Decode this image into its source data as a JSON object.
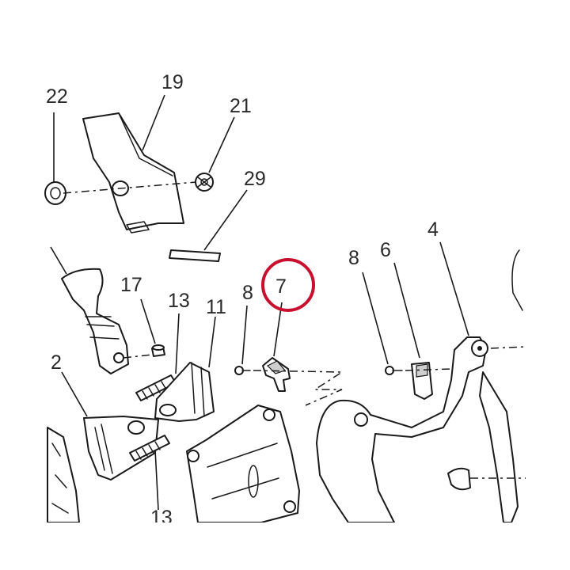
{
  "callouts": {
    "c22": "22",
    "c19": "19",
    "c21": "21",
    "c29": "29",
    "c17": "17",
    "c13a": "13",
    "c11": "11",
    "c8a": "8",
    "c7": "7",
    "c8b": "8",
    "c6": "6",
    "c4": "4",
    "c2": "2",
    "c13b": "13"
  },
  "highlight": {
    "target": "7",
    "color": "#c8102e"
  }
}
